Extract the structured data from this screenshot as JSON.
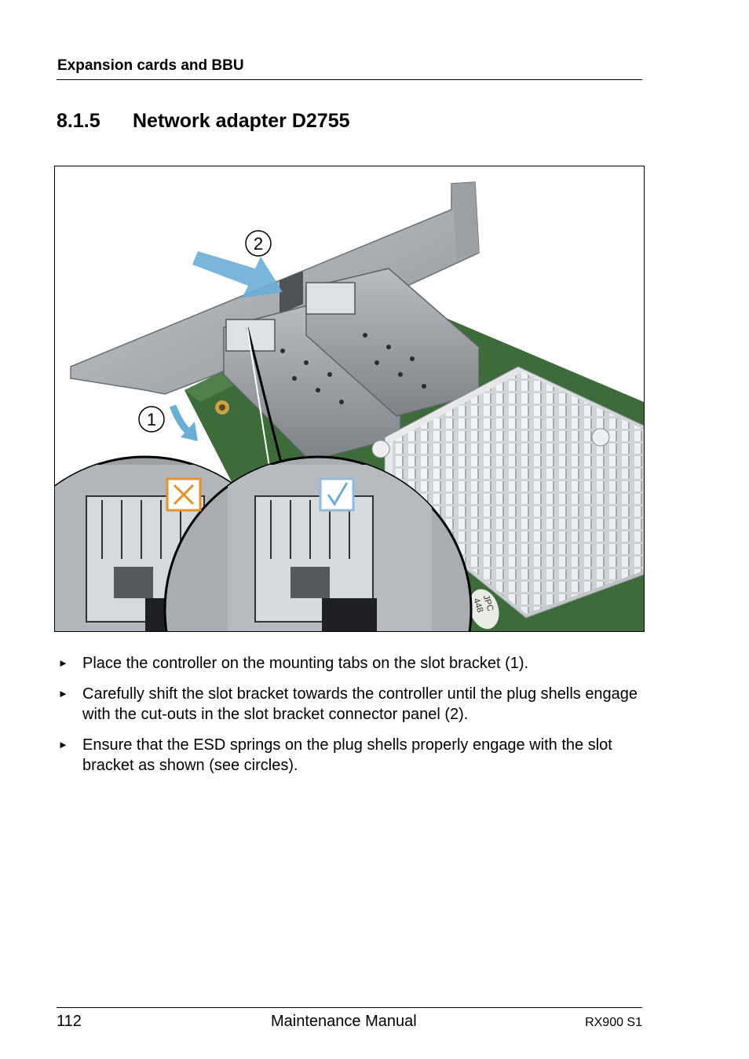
{
  "header": {
    "title": "Expansion cards and BBU"
  },
  "section": {
    "number": "8.1.5",
    "title": "Network adapter D2755"
  },
  "figure": {
    "step_markers": [
      "1",
      "2"
    ],
    "chip_label": [
      "JPC",
      "448"
    ],
    "status_icons": [
      "wrong-x-icon",
      "correct-check-icon"
    ],
    "colors": {
      "wrong": "#e8902a",
      "correct": "#8fbbe0",
      "arrow": "#6aaed6",
      "pcb": "#3d6b3a"
    }
  },
  "steps": [
    {
      "bullet": "►",
      "text": "Place the controller on the mounting tabs on the slot bracket (1)."
    },
    {
      "bullet": "►",
      "text": "Carefully shift the slot bracket towards the controller until the plug shells engage with the cut-outs in the slot bracket connector panel (2)."
    },
    {
      "bullet": "►",
      "text": "Ensure that the ESD springs on the plug shells properly engage with the slot bracket as shown (see circles)."
    }
  ],
  "footer": {
    "page_number": "112",
    "manual_title": "Maintenance Manual",
    "model": "RX900 S1"
  }
}
